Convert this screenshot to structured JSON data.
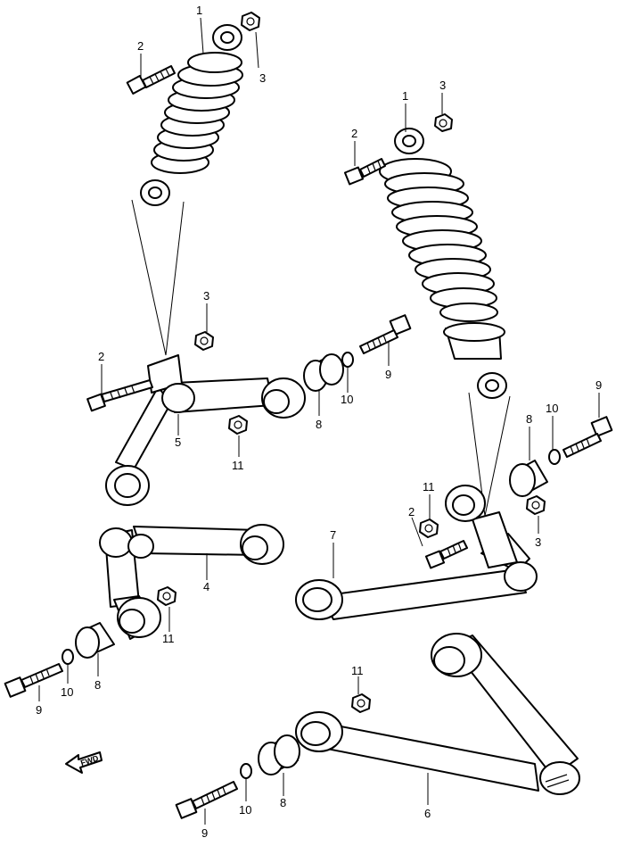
{
  "callouts": {
    "c1a": "1",
    "c3a": "3",
    "c2a": "2",
    "c1b": "1",
    "c3b": "3",
    "c2b": "2",
    "c3c": "3",
    "c2c": "2",
    "c9a": "9",
    "c10a": "10",
    "c8a": "8",
    "c5": "5",
    "c11a": "11",
    "c9b": "9",
    "c10b": "10",
    "c8b": "8",
    "c11b": "11",
    "c2d": "2",
    "c3d": "3",
    "c7": "7",
    "c4": "4",
    "c11c": "11",
    "c9c": "9",
    "c10c": "10",
    "c8c": "8",
    "c11d": "11",
    "c6": "6",
    "c9d": "9",
    "c10d": "10",
    "c8d": "8"
  },
  "fnd_label": "FWD",
  "colors": {
    "ink": "#000000",
    "paper": "#ffffff"
  }
}
